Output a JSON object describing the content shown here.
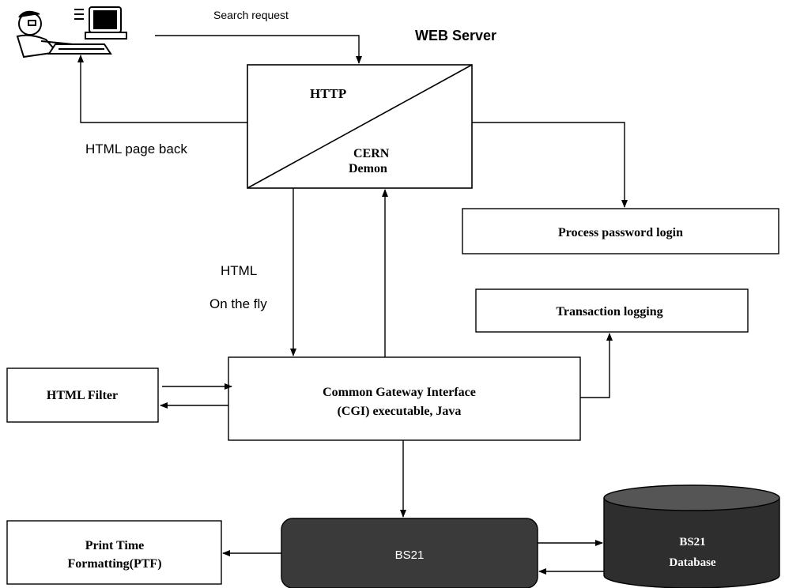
{
  "labels": {
    "search_request": "Search request",
    "web_server": "WEB Server",
    "html_page_back": "HTML page back",
    "html": "HTML",
    "on_the_fly": "On the fly"
  },
  "nodes": {
    "http": "HTTP",
    "cern_line1": "CERN",
    "cern_line2": "Demon",
    "process_password_login": "Process password login",
    "transaction_logging": "Transaction logging",
    "html_filter": "HTML Filter",
    "cgi_line1": "Common Gateway Interface",
    "cgi_line2": "(CGI) executable, Java",
    "ptf_line1": "Print Time",
    "ptf_line2": "Formatting(PTF)",
    "bs21": "BS21",
    "db_line1": "BS21",
    "db_line2": "Database"
  },
  "colors": {
    "stroke": "#000000",
    "background": "#ffffff",
    "bs21_fill": "#3a3a3a",
    "database_fill": "#2e2e2e",
    "dark_text": "#ffffff"
  },
  "icons": {
    "user": "person-at-computer-icon"
  }
}
